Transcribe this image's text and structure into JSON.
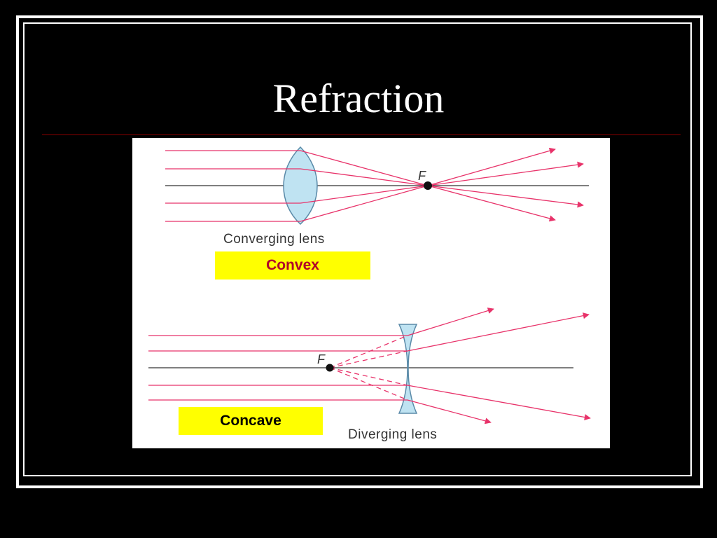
{
  "slide": {
    "title": "Refraction"
  },
  "diagram": {
    "converging": {
      "caption": "Converging lens",
      "tag": "Convex",
      "focal_label": "F"
    },
    "diverging": {
      "caption": "Diverging lens",
      "tag": "Concave",
      "focal_label": "F"
    }
  },
  "colors": {
    "background": "#000000",
    "frame": "#ffffff",
    "title_rule": "#8b0000",
    "ray": "#e8336a",
    "lens_fill": "#bfe3f2",
    "lens_stroke": "#5a8aa8",
    "tag_background": "#ffff00",
    "convex_text": "#b0002a",
    "concave_text": "#000000"
  }
}
